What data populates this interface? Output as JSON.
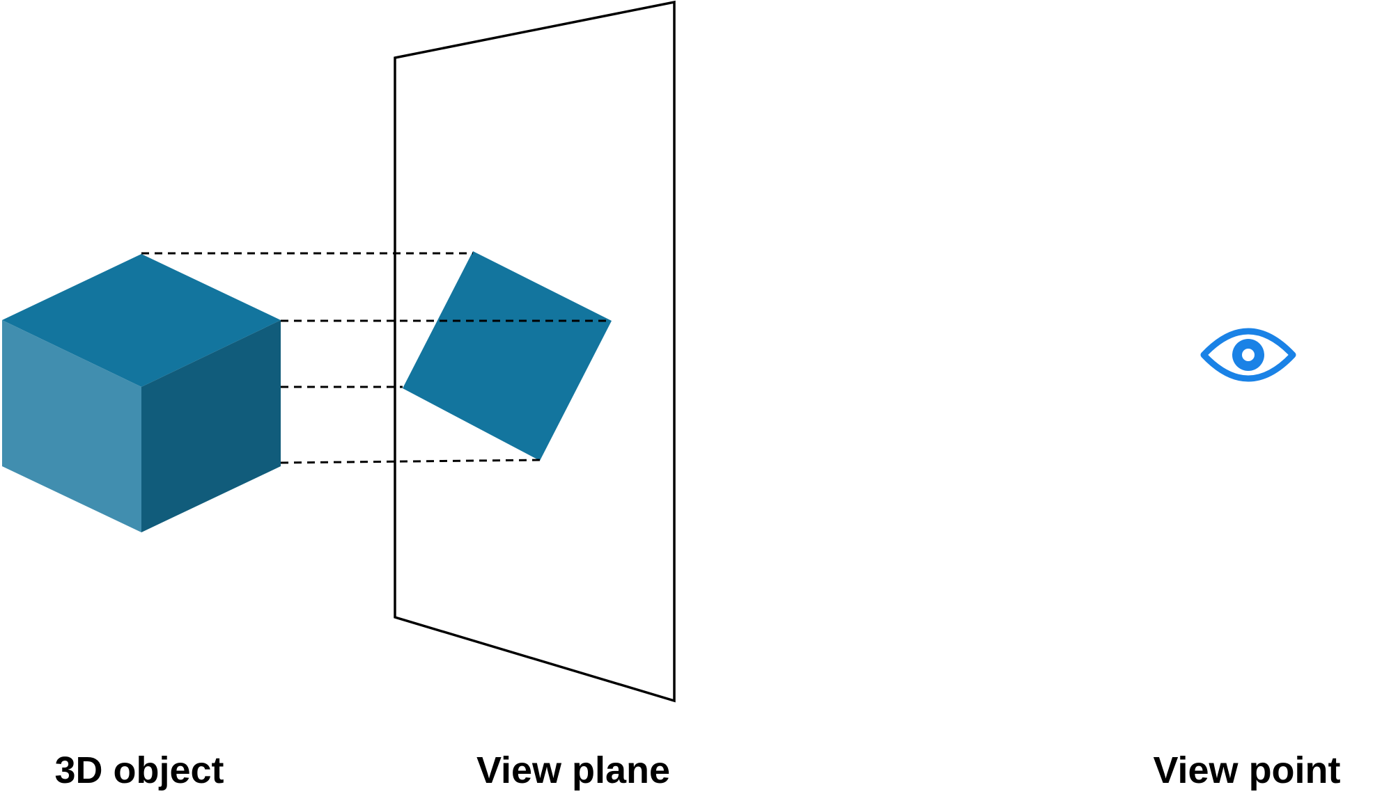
{
  "labels": {
    "object": "3D object",
    "plane": "View plane",
    "viewpoint": "View point"
  },
  "colors": {
    "cube_top": "#13759e",
    "cube_left": "#418eaf",
    "cube_right": "#115c7b",
    "projection": "#13759e",
    "eye": "#1a82e6",
    "line": "#000000"
  },
  "icons": {
    "viewpoint": "eye-icon"
  }
}
